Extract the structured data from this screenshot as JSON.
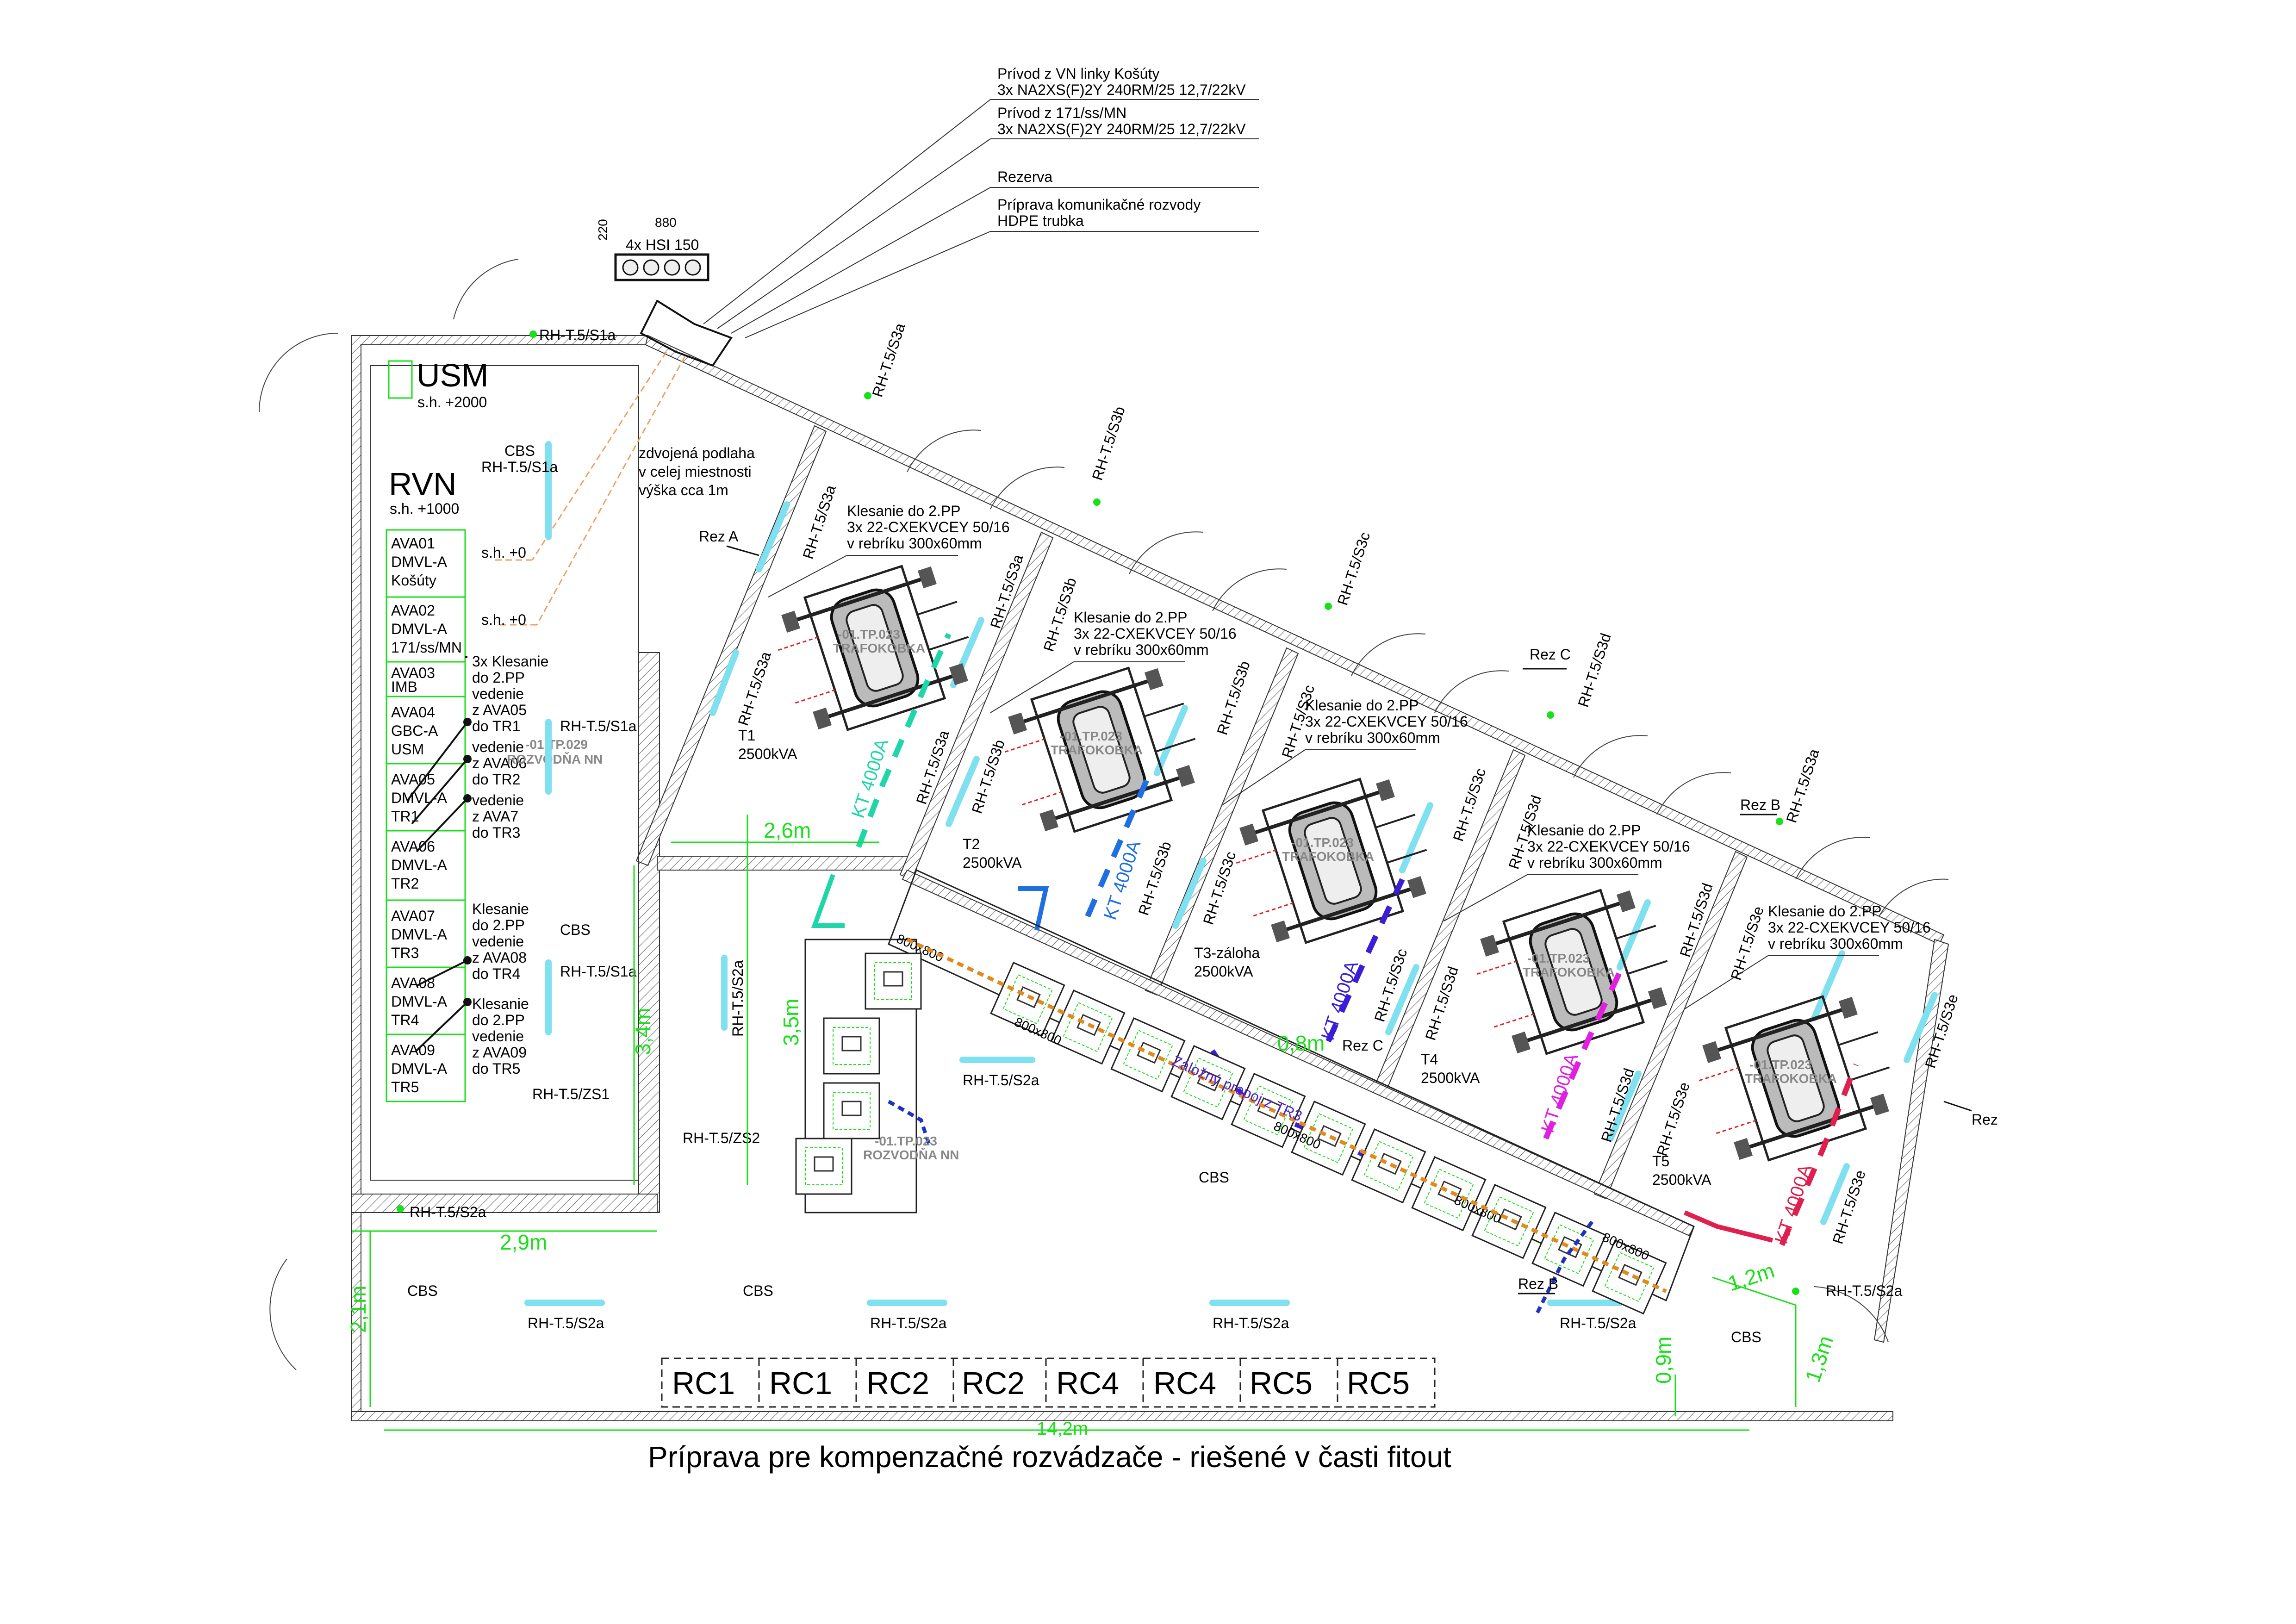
{
  "feeders": [
    {
      "line1": "Prívod z VN linky Košúty",
      "line2": "3x NA2XS(F)2Y 240RM/25 12,7/22kV"
    },
    {
      "line1": "Prívod z 171/ss/MN",
      "line2": "3x NA2XS(F)2Y 240RM/25 12,7/22kV"
    },
    {
      "line1": "Rezerva",
      "line2": ""
    },
    {
      "line1": "Príprava komunikačné rozvody",
      "line2": "HDPE trubka"
    }
  ],
  "duct": {
    "label": "4x HSI 150",
    "width": "880",
    "height": "220"
  },
  "rooms": {
    "usm": {
      "name": "USM",
      "level": "s.h. +2000"
    },
    "rvn": {
      "name": "RVN",
      "level": "s.h. +1000"
    }
  },
  "levels": {
    "sh0_a": "s.h. +0",
    "sh0_b": "s.h. +0"
  },
  "floor_note": [
    "zdvojená podlaha",
    "v celej miestnosti",
    "výška cca 1m"
  ],
  "switchgear": [
    [
      "AVA01",
      "DMVL-A",
      "Košúty"
    ],
    [
      "AVA02",
      "DMVL-A",
      "171/ss/MN"
    ],
    [
      "AVA03",
      "IMB",
      ""
    ],
    [
      "AVA04",
      "GBC-A",
      "USM"
    ],
    [
      "AVA05",
      "DMVL-A",
      "TR1"
    ],
    [
      "AVA06",
      "DMVL-A",
      "TR2"
    ],
    [
      "AVA07",
      "DMVL-A",
      "TR3"
    ],
    [
      "AVA08",
      "DMVL-A",
      "TR4"
    ],
    [
      "AVA09",
      "DMVL-A",
      "TR5"
    ]
  ],
  "descents": {
    "d1": [
      "3x Klesanie",
      "do 2.PP",
      "vedenie",
      "z AVA05",
      "do TR1"
    ],
    "d2": [
      "vedenie",
      "z AVA06",
      "do TR2"
    ],
    "d3": [
      "vedenie",
      "z AVA7",
      "do TR3"
    ],
    "d4": [
      "Klesanie",
      "do 2.PP",
      "vedenie",
      "z AVA08",
      "do TR4"
    ],
    "d5": [
      "Klesanie",
      "do 2.PP",
      "vedenie",
      "z AVA09",
      "do TR5"
    ]
  },
  "tray_note": [
    "Klesanie do 2.PP",
    "3x 22-CXEKVCEY 50/16",
    "v rebríku 300x60mm"
  ],
  "transformers": [
    {
      "name": "T1",
      "power": "2500kVA"
    },
    {
      "name": "T2",
      "power": "2500kVA"
    },
    {
      "name": "T3-záloha",
      "power": "2500kVA"
    },
    {
      "name": "T4",
      "power": "2500kVA"
    },
    {
      "name": "T5",
      "power": "2500kVA"
    }
  ],
  "trafo_label": "TRAFOKOBKA",
  "busbar": "KT 4000A",
  "lv_room": {
    "code": "-01.TP.023",
    "name": "ROZVODŇA NN"
  },
  "lv_room2": {
    "code": "-01.TP.029",
    "name": "ROZVODŇA NN"
  },
  "backup": "Záložný prepoj z TR3",
  "panel_size": "800x800",
  "tags": {
    "s1a": "RH-T.5/S1a",
    "s2a": "RH-T.5/S2a",
    "s3a": "RH-T.5/S3a",
    "s3b": "RH-T.5/S3b",
    "s3c": "RH-T.5/S3c",
    "s3d": "RH-T.5/S3d",
    "s3e": "RH-T.5/S3e",
    "zs1": "RH-T.5/ZS1",
    "zs2": "RH-T.5/ZS2",
    "cbs": "CBS"
  },
  "sections": {
    "a": "Rez A",
    "b": "Rez B",
    "c": "Rez C",
    "rez": "Rez"
  },
  "dims": {
    "d26": "2,6m",
    "d35": "3,5m",
    "d34": "3,4m",
    "d29": "2,9m",
    "d21": "2,1m",
    "d142": "14,2m",
    "d09": "0,9m",
    "d12": "1,2m",
    "d13": "1,3m",
    "d08": "0,8m"
  },
  "compensation": [
    "RC1",
    "RC1",
    "RC2",
    "RC2",
    "RC4",
    "RC4",
    "RC5",
    "RC5"
  ],
  "footer": "Príprava pre kompenzačné rozvádzače - riešené v časti fitout",
  "colors": {
    "T1": "#1fd6a8",
    "T2": "#1f6fe0",
    "T3": "#3a1fd6",
    "T4": "#e01fe0",
    "T5": "#e01f4e",
    "green": "#19e019",
    "cyan": "#7fe0ef"
  }
}
